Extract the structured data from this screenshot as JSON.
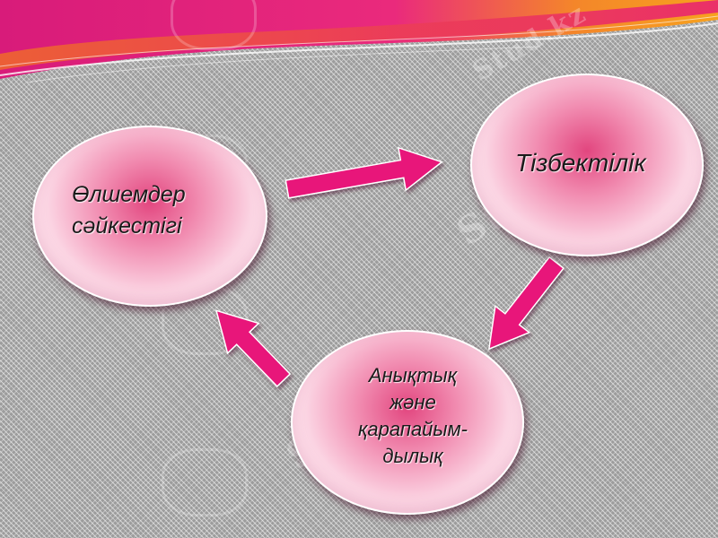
{
  "diagram": {
    "nodes": [
      {
        "id": "measures",
        "label_line1": "Өлшемдер",
        "label_line2": "сәйкестігі"
      },
      {
        "id": "sequence",
        "label": "Тізбектілік"
      },
      {
        "id": "clarity",
        "label_line1": "Анықтық",
        "label_line2": "және",
        "label_line3": "қарапайым-",
        "label_line4": "дылық"
      }
    ],
    "edges": [
      {
        "from": "measures",
        "to": "sequence"
      },
      {
        "from": "sequence",
        "to": "clarity"
      },
      {
        "from": "clarity",
        "to": "measures"
      }
    ]
  },
  "watermark": {
    "text_1": "Stud.kz",
    "text_2": "Stud.kz",
    "text_3": "Stud.kz"
  },
  "colors": {
    "arrow": "#e8177a",
    "banner": "#e8177a",
    "banner_accent": "#f39a1b",
    "node_center": "#e2467f"
  }
}
